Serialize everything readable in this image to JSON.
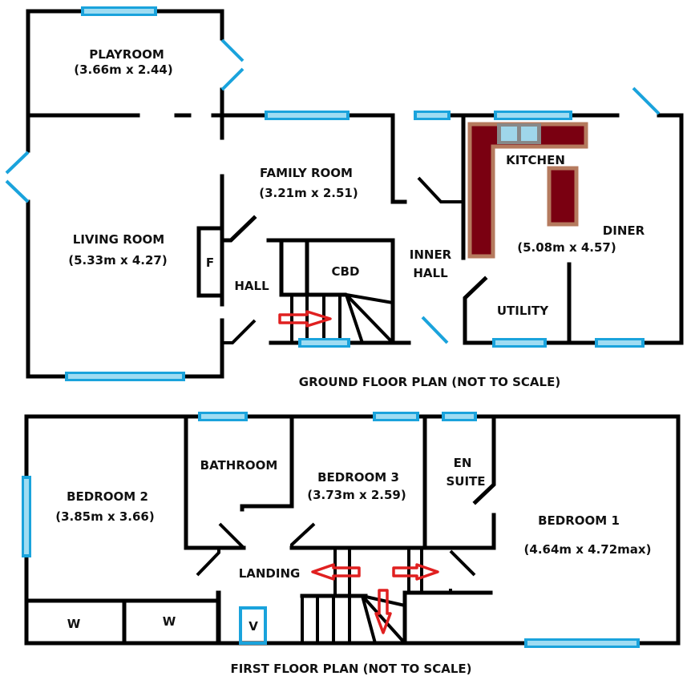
{
  "ground_floor": {
    "caption": "GROUND FLOOR PLAN (NOT TO SCALE)",
    "rooms": {
      "playroom": {
        "name": "PLAYROOM",
        "size": "(3.66m x 2.44)"
      },
      "family_room": {
        "name": "FAMILY ROOM",
        "size": "(3.21m x 2.51)"
      },
      "living_room": {
        "name": "LIVING ROOM",
        "size": "(5.33m x 4.27)"
      },
      "fireplace": {
        "name": "F"
      },
      "hall": {
        "name": "HALL"
      },
      "cupboard": {
        "name": "CBD"
      },
      "inner_hall": {
        "name_line1": "INNER",
        "name_line2": "HALL"
      },
      "kitchen": {
        "name": "KITCHEN"
      },
      "diner": {
        "name": "DINER",
        "size": "(5.08m x 4.57)"
      },
      "utility": {
        "name": "UTILITY"
      }
    }
  },
  "first_floor": {
    "caption": "FIRST FLOOR PLAN (NOT TO SCALE)",
    "rooms": {
      "bedroom2": {
        "name": "BEDROOM 2",
        "size": "(3.85m x 3.66)"
      },
      "bathroom": {
        "name": "BATHROOM"
      },
      "bedroom3": {
        "name": "BEDROOM 3",
        "size": "(3.73m x 2.59)"
      },
      "en_suite": {
        "name_line1": "EN",
        "name_line2": "SUITE"
      },
      "bedroom1": {
        "name": "BEDROOM 1",
        "size": "(4.64m x 4.72max)"
      },
      "landing": {
        "name": "LANDING"
      },
      "wardrobe1": {
        "name": "W"
      },
      "wardrobe2": {
        "name": "W"
      },
      "void": {
        "name": "V"
      }
    }
  },
  "colors": {
    "wall": "#000000",
    "window": "#1aa3dc",
    "window_glass": "#9fdcf2",
    "kitchen_unit": "#7a0011",
    "kitchen_unit_edge": "#b57a5e",
    "arrow": "#e02020"
  },
  "icons": {
    "stair_arrow": "arrow-icon",
    "window": "window-icon",
    "door": "door-swing-icon"
  }
}
